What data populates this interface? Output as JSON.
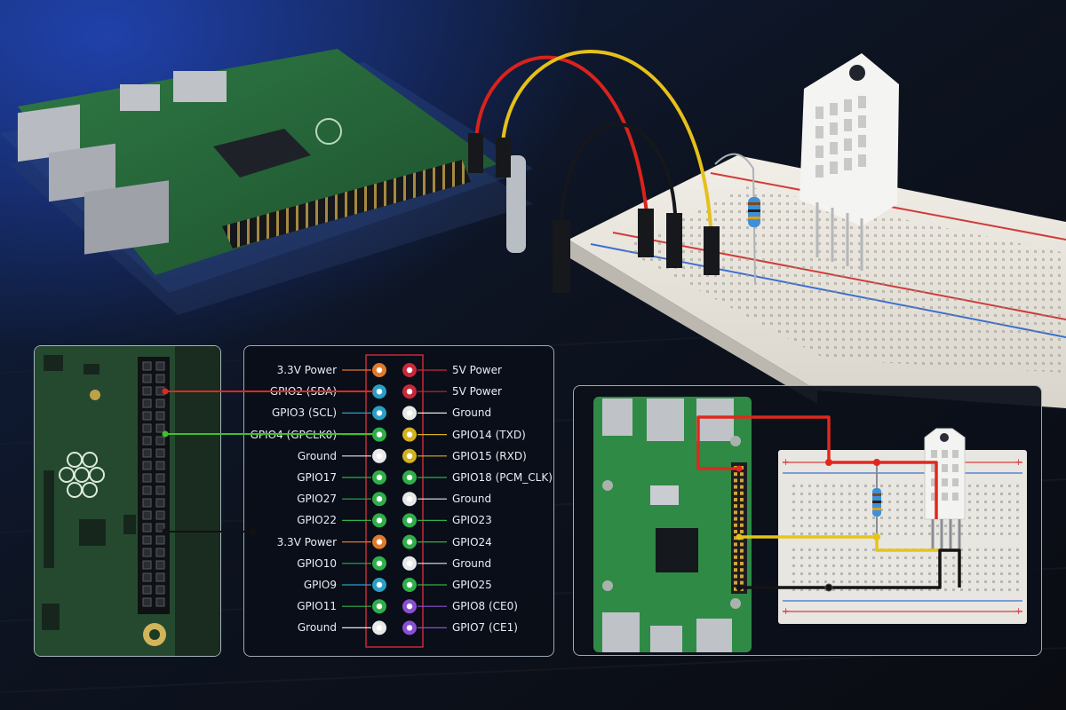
{
  "colors": {
    "power_3v3": "#e07a2a",
    "power_5v": "#c8283a",
    "ground": "#e8e8e8",
    "gpio": "#2fae4a",
    "i2c": "#2a9fc4",
    "uart": "#d4b21e",
    "spi": "#8a4fd0",
    "wire_red": "#e0281e",
    "wire_yellow": "#e6c41a",
    "wire_black": "#111111",
    "wire_green": "#3fbf2a"
  },
  "pinout": {
    "rows": [
      {
        "left": "3.3V Power",
        "left_type": "power_3v3",
        "right": "5V Power",
        "right_type": "power_5v"
      },
      {
        "left": "GPIO2 (SDA)",
        "left_type": "i2c",
        "right": "5V Power",
        "right_type": "power_5v"
      },
      {
        "left": "GPIO3 (SCL)",
        "left_type": "i2c",
        "right": "Ground",
        "right_type": "ground"
      },
      {
        "left": "GPIO4 (GPCLK0)",
        "left_type": "gpio",
        "right": "GPIO14 (TXD)",
        "right_type": "uart"
      },
      {
        "left": "Ground",
        "left_type": "ground",
        "right": "GPIO15 (RXD)",
        "right_type": "uart"
      },
      {
        "left": "GPIO17",
        "left_type": "gpio",
        "right": "GPIO18 (PCM_CLK)",
        "right_type": "gpio"
      },
      {
        "left": "GPIO27",
        "left_type": "gpio",
        "right": "Ground",
        "right_type": "ground"
      },
      {
        "left": "GPIO22",
        "left_type": "gpio",
        "right": "GPIO23",
        "right_type": "gpio"
      },
      {
        "left": "3.3V Power",
        "left_type": "power_3v3",
        "right": "GPIO24",
        "right_type": "gpio"
      },
      {
        "left": "GPIO10",
        "left_type": "gpio",
        "right": "Ground",
        "right_type": "ground"
      },
      {
        "left": "GPIO9",
        "left_type": "i2c",
        "right": "GPIO25",
        "right_type": "gpio"
      },
      {
        "left": "GPIO11",
        "left_type": "gpio",
        "right": "GPIO8 (CE0)",
        "right_type": "spi"
      },
      {
        "left": "Ground",
        "left_type": "ground",
        "right": "GPIO7 (CE1)",
        "right_type": "spi"
      }
    ]
  },
  "wiring": {
    "breadboard_plus_marks": [
      "+",
      "+",
      "+",
      "+"
    ]
  }
}
